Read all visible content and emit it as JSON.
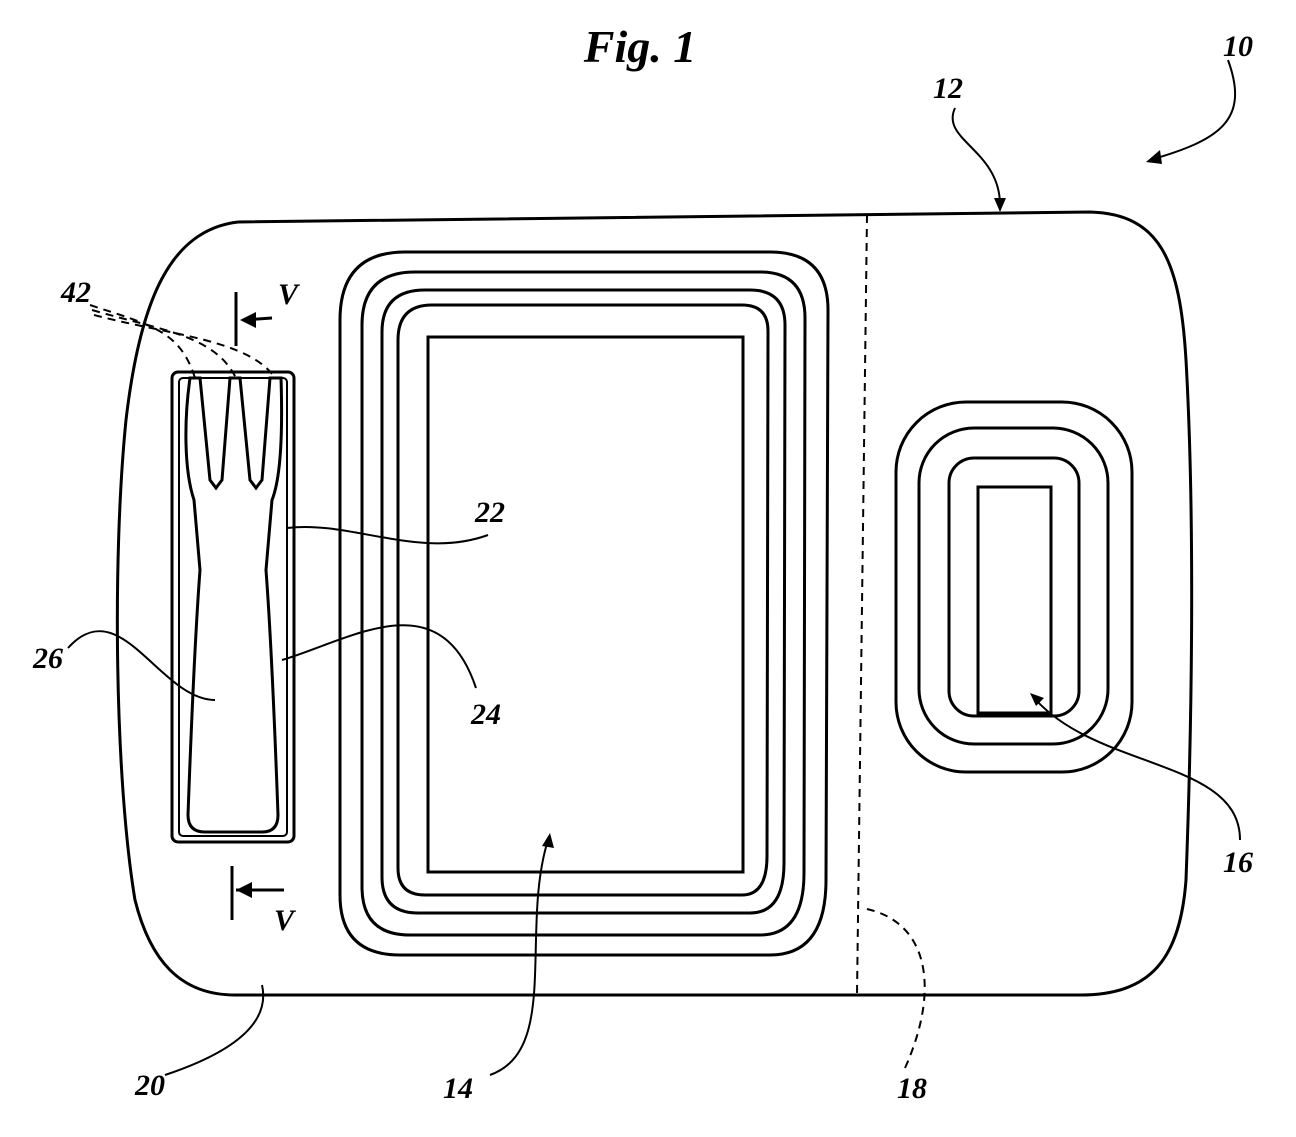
{
  "figure": {
    "title": "Fig. 1",
    "labels": {
      "tray_assembly": "10",
      "tray": "12",
      "main_compartment": "14",
      "side_compartment": "16",
      "fold_line": "18",
      "utensil_area": "20",
      "recess_upper": "22",
      "recess_lower": "24",
      "utensil": "26",
      "tine_tips": "42",
      "section_top": "V",
      "section_bottom": "V"
    }
  }
}
